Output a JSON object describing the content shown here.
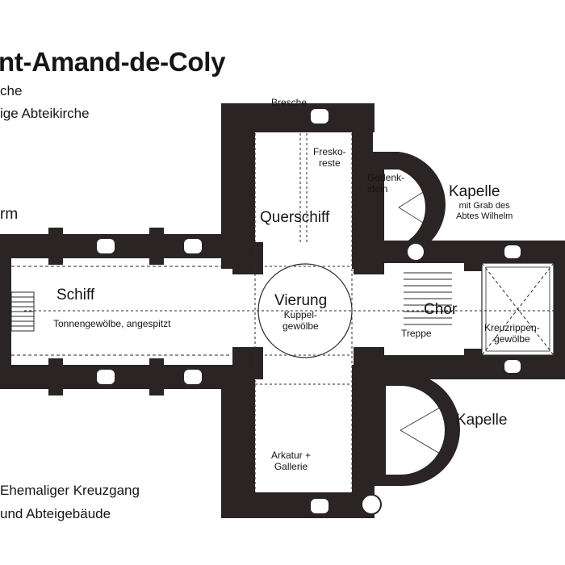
{
  "title": "nt-Amand-de-Coly",
  "subtitle_1": "che",
  "subtitle_2": "ige Abteikirche",
  "labels": {
    "bresche": "Bresche",
    "freskoreste_1": "Fresko-",
    "freskoreste_2": "reste",
    "gedenkstein_1": "Gedenk-",
    "gedenkstein_2": "stein",
    "kapelle_north": "Kapelle",
    "grab_1": "mit Grab des",
    "grab_2": "Abtes Wilhelm",
    "turm": "rm",
    "querschiff": "Querschiff",
    "schiff": "Schiff",
    "tonnengewoelbe": "Tonnengewölbe, angespitzt",
    "vierung": "Vierung",
    "kuppel_1": "Kuppel-",
    "kuppel_2": "gewölbe",
    "chor": "Chor",
    "treppe": "Treppe",
    "kreuzrippen_1": "Kreuzrippen-",
    "kreuzrippen_2": "gewölbe",
    "kapelle_south": "Kapelle",
    "arkatur_1": "Arkatur +",
    "arkatur_2": "Gallerie",
    "kreuzgang_1": "Ehemaliger Kreuzgang",
    "kreuzgang_2": "und Abteigebäude"
  },
  "colors": {
    "wall": "#2b2424",
    "line": "#2a2a2a",
    "background": "#ffffff"
  }
}
